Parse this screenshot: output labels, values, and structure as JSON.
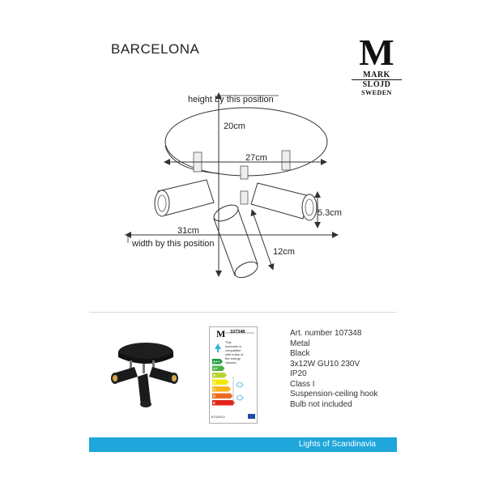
{
  "header": {
    "title": "BARCELONA",
    "logo": {
      "letter": "M",
      "line1": "MARK",
      "line2": "SLÖJD",
      "line3": "SWEDEN"
    }
  },
  "dimensions": {
    "height_label": "height by this position",
    "width_label": "width by this position",
    "height_value": "20cm",
    "plate_value": "27cm",
    "total_width_value": "31cm",
    "spot_diameter_value": "5.3cm",
    "spot_length_value": "12cm"
  },
  "energy_label": {
    "code": "107348",
    "caption": "This luminaire is compatible with bulbs of the energy classes:",
    "classes": [
      "A++",
      "A+",
      "A",
      "B",
      "C",
      "D",
      "E"
    ],
    "class_colors": [
      "#1a9b3d",
      "#4cb146",
      "#b8d430",
      "#f3e900",
      "#f7b31c",
      "#ec6b22",
      "#e2231a"
    ],
    "regulation": "874/2012"
  },
  "specs": {
    "art_number": "Art. number 107348",
    "lines": [
      "Metal",
      "Black",
      "3x12W GU10 230V",
      "IP20",
      "Class I",
      "Suspension-ceiling hook",
      "Bulb not included"
    ]
  },
  "footer": {
    "banner_text": "Lights of Scandinavia",
    "banner_color": "#1fa6db"
  }
}
